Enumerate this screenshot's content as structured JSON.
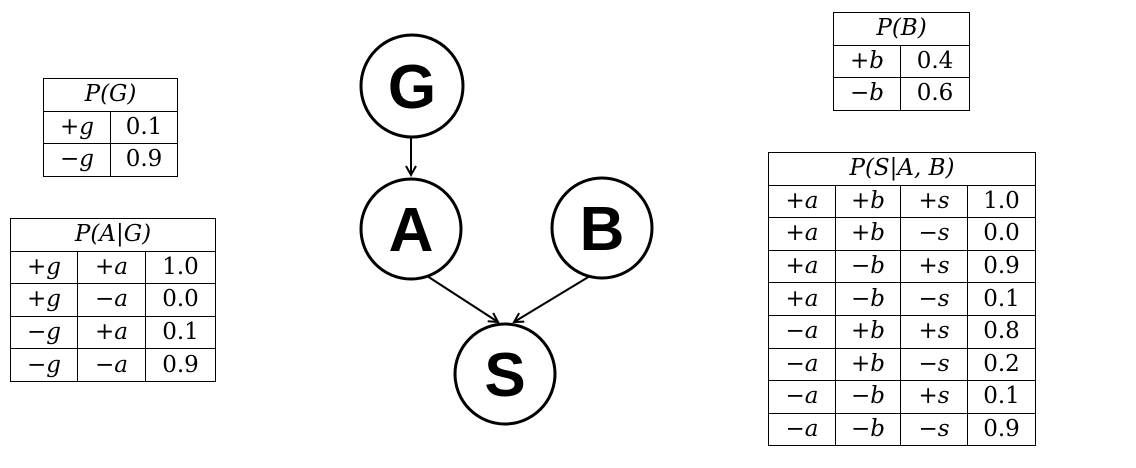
{
  "figure": {
    "type": "bayesian-network",
    "background_color": "#ffffff",
    "ink_color": "#000000"
  },
  "graph": {
    "nodes": {
      "g": "G",
      "a": "A",
      "b": "B",
      "s": "S"
    },
    "edges": [
      {
        "from": "G",
        "to": "A"
      },
      {
        "from": "A",
        "to": "S"
      },
      {
        "from": "B",
        "to": "S"
      }
    ]
  },
  "tables": {
    "pg": {
      "title": "P(G)",
      "rows": [
        [
          "+g",
          "0.1"
        ],
        [
          "−g",
          "0.9"
        ]
      ]
    },
    "pag": {
      "title": "P(A|G)",
      "rows": [
        [
          "+g",
          "+a",
          "1.0"
        ],
        [
          "+g",
          "−a",
          "0.0"
        ],
        [
          "−g",
          "+a",
          "0.1"
        ],
        [
          "−g",
          "−a",
          "0.9"
        ]
      ]
    },
    "pb": {
      "title": "P(B)",
      "rows": [
        [
          "+b",
          "0.4"
        ],
        [
          "−b",
          "0.6"
        ]
      ]
    },
    "psab": {
      "title": "P(S|A, B)",
      "rows": [
        [
          "+a",
          "+b",
          "+s",
          "1.0"
        ],
        [
          "+a",
          "+b",
          "−s",
          "0.0"
        ],
        [
          "+a",
          "−b",
          "+s",
          "0.9"
        ],
        [
          "+a",
          "−b",
          "−s",
          "0.1"
        ],
        [
          "−a",
          "+b",
          "+s",
          "0.8"
        ],
        [
          "−a",
          "+b",
          "−s",
          "0.2"
        ],
        [
          "−a",
          "−b",
          "+s",
          "0.1"
        ],
        [
          "−a",
          "−b",
          "−s",
          "0.9"
        ]
      ]
    }
  }
}
